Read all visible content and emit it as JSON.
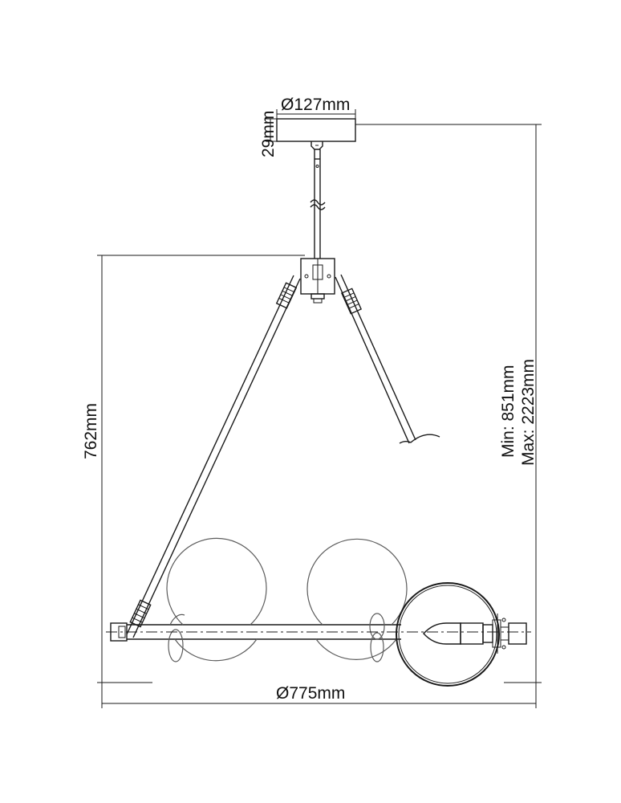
{
  "dimensions": {
    "canopy_diameter": "Ø127mm",
    "canopy_height": "29mm",
    "fixture_height": "762mm",
    "overall_min": "Min: 851mm",
    "overall_max": "Max: 2223mm",
    "fixture_diameter": "Ø775mm"
  }
}
